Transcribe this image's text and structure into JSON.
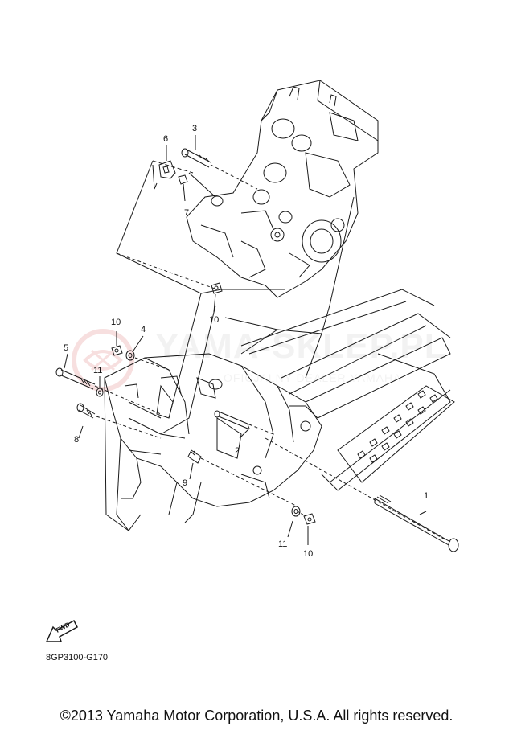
{
  "watermark": {
    "text": "YAMA-SKLEP.PL",
    "subtext": "OFICJALNY DEALER YAMAHA"
  },
  "callouts": [
    {
      "id": "c1",
      "label": "1"
    },
    {
      "id": "c2",
      "label": "2"
    },
    {
      "id": "c3",
      "label": "3"
    },
    {
      "id": "c4",
      "label": "4"
    },
    {
      "id": "c5",
      "label": "5"
    },
    {
      "id": "c6",
      "label": "6"
    },
    {
      "id": "c7",
      "label": "7"
    },
    {
      "id": "c8",
      "label": "8"
    },
    {
      "id": "c9",
      "label": "9"
    },
    {
      "id": "c10a",
      "label": "10"
    },
    {
      "id": "c10b",
      "label": "10"
    },
    {
      "id": "c10c",
      "label": "10"
    },
    {
      "id": "c11a",
      "label": "11"
    },
    {
      "id": "c11b",
      "label": "11"
    }
  ],
  "fwd_label": "FWD",
  "part_code": "8GP3100-G170",
  "copyright": "©2013 Yamaha Motor Corporation, U.S.A. All rights reserved.",
  "colors": {
    "line": "#1a1a1a",
    "watermark": "#b5b5b5",
    "watermark_logo": "#d04040"
  }
}
